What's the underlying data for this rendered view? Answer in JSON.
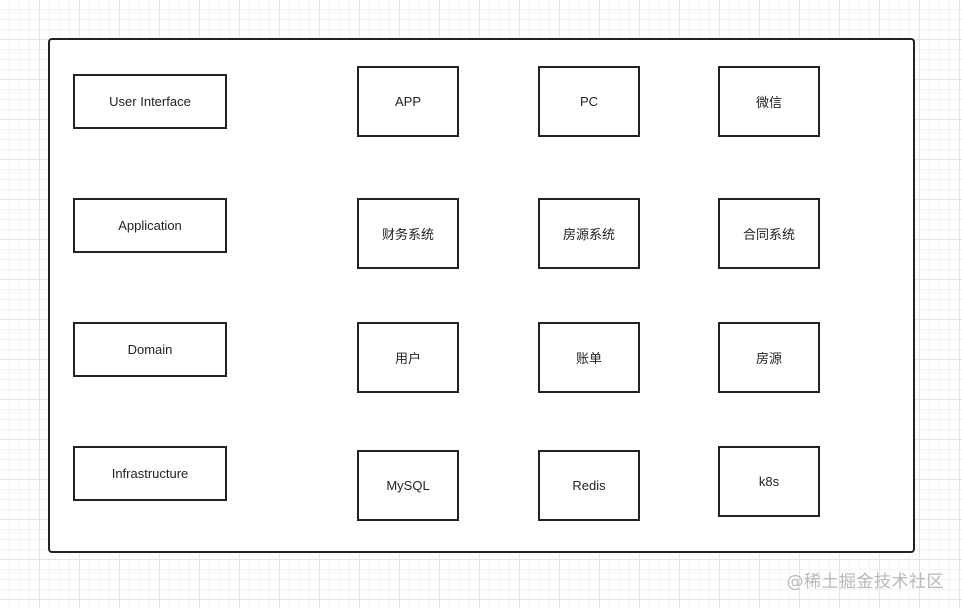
{
  "layers": [
    "User Interface",
    "Application",
    "Domain",
    "Infrastructure"
  ],
  "rows": [
    [
      "APP",
      "PC",
      "微信"
    ],
    [
      "财务系统",
      "房源系统",
      "合同系统"
    ],
    [
      "用户",
      "账单",
      "房源"
    ],
    [
      "MySQL",
      "Redis",
      "k8s"
    ]
  ],
  "watermark": "@稀土掘金技术社区"
}
